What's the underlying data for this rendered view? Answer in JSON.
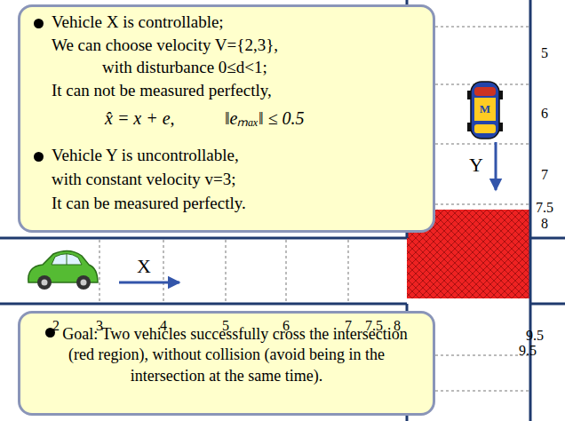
{
  "diagram": {
    "nodes": [
      {
        "text": [
          "Vehicle X is controllable;",
          "We can choose velocity V={2,3},",
          "with disturbance 0≤d<1;",
          "It can not be measured perfectly,",
          "x̂ = x + e,",
          "‖eₘₐₓ‖ ≤ 0.5",
          "Vehicle Y is uncontrollable,",
          "with constant velocity v=3;",
          "It can be measured perfectly."
        ]
      },
      {
        "text": [
          "Goal: Two vehicles successfully cross the intersection (red region), without collision (avoid being in the intersection at the same time)."
        ]
      }
    ],
    "labels": [
      "X",
      "Y",
      "M",
      "2",
      "3",
      "4",
      "5",
      "6",
      "7",
      "7.5",
      "8",
      "5",
      "6",
      "7",
      "7.5",
      "8",
      "9.5",
      "9.5"
    ]
  }
}
